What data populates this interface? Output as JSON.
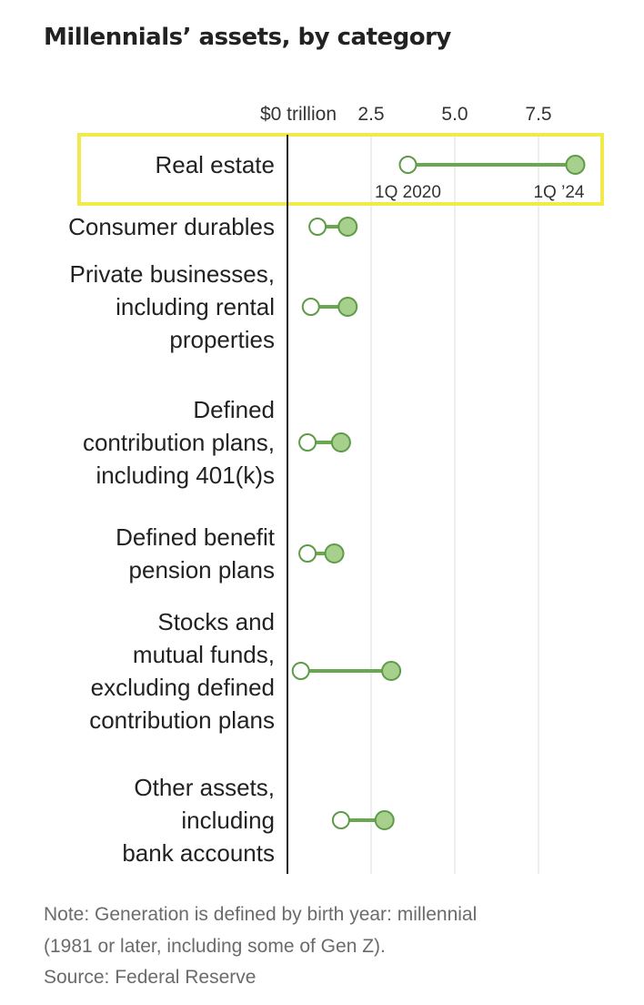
{
  "title": "Millennials’ assets, by category",
  "note_line1": "Note: Generation is defined by birth year: millennial",
  "note_line2": "(1981 or later, including some of Gen Z).",
  "source": "Source: Federal Reserve",
  "colors": {
    "line": "#6aa84f",
    "dot_fill": "#a8d08d",
    "dot_stroke": "#5e9b48",
    "axis": "#222222",
    "grid": "#dddddd",
    "highlight": "#f2ea4b"
  },
  "chart_data": {
    "type": "dumbbell",
    "title": "Millennials’ assets, by category",
    "x_unit_label": "$0 trillion",
    "x_ticks": [
      {
        "value": 0,
        "label": "$0 trillion"
      },
      {
        "value": 2.5,
        "label": "2.5"
      },
      {
        "value": 5.0,
        "label": "5.0"
      },
      {
        "value": 7.5,
        "label": "7.5"
      }
    ],
    "xlim": [
      0,
      8.8
    ],
    "series": [
      {
        "name": "1Q 2020",
        "style": "open"
      },
      {
        "name": "1Q ’24",
        "style": "filled"
      }
    ],
    "categories": [
      {
        "label": [
          "Real estate"
        ],
        "start": 3.6,
        "end": 8.6,
        "highlight": true
      },
      {
        "label": [
          "Consumer durables"
        ],
        "start": 0.9,
        "end": 1.8
      },
      {
        "label": [
          "Private businesses,",
          "including rental",
          "properties"
        ],
        "start": 0.7,
        "end": 1.8
      },
      {
        "label": [
          "Defined",
          "contribution plans,",
          "including 401(k)s"
        ],
        "start": 0.6,
        "end": 1.6
      },
      {
        "label": [
          "Defined benefit",
          "pension plans"
        ],
        "start": 0.6,
        "end": 1.4
      },
      {
        "label": [
          "Stocks and",
          "mutual funds,",
          "excluding defined",
          "contribution plans"
        ],
        "start": 0.4,
        "end": 3.1
      },
      {
        "label": [
          "Other assets,",
          "including",
          "bank accounts"
        ],
        "start": 1.6,
        "end": 2.9
      }
    ]
  }
}
